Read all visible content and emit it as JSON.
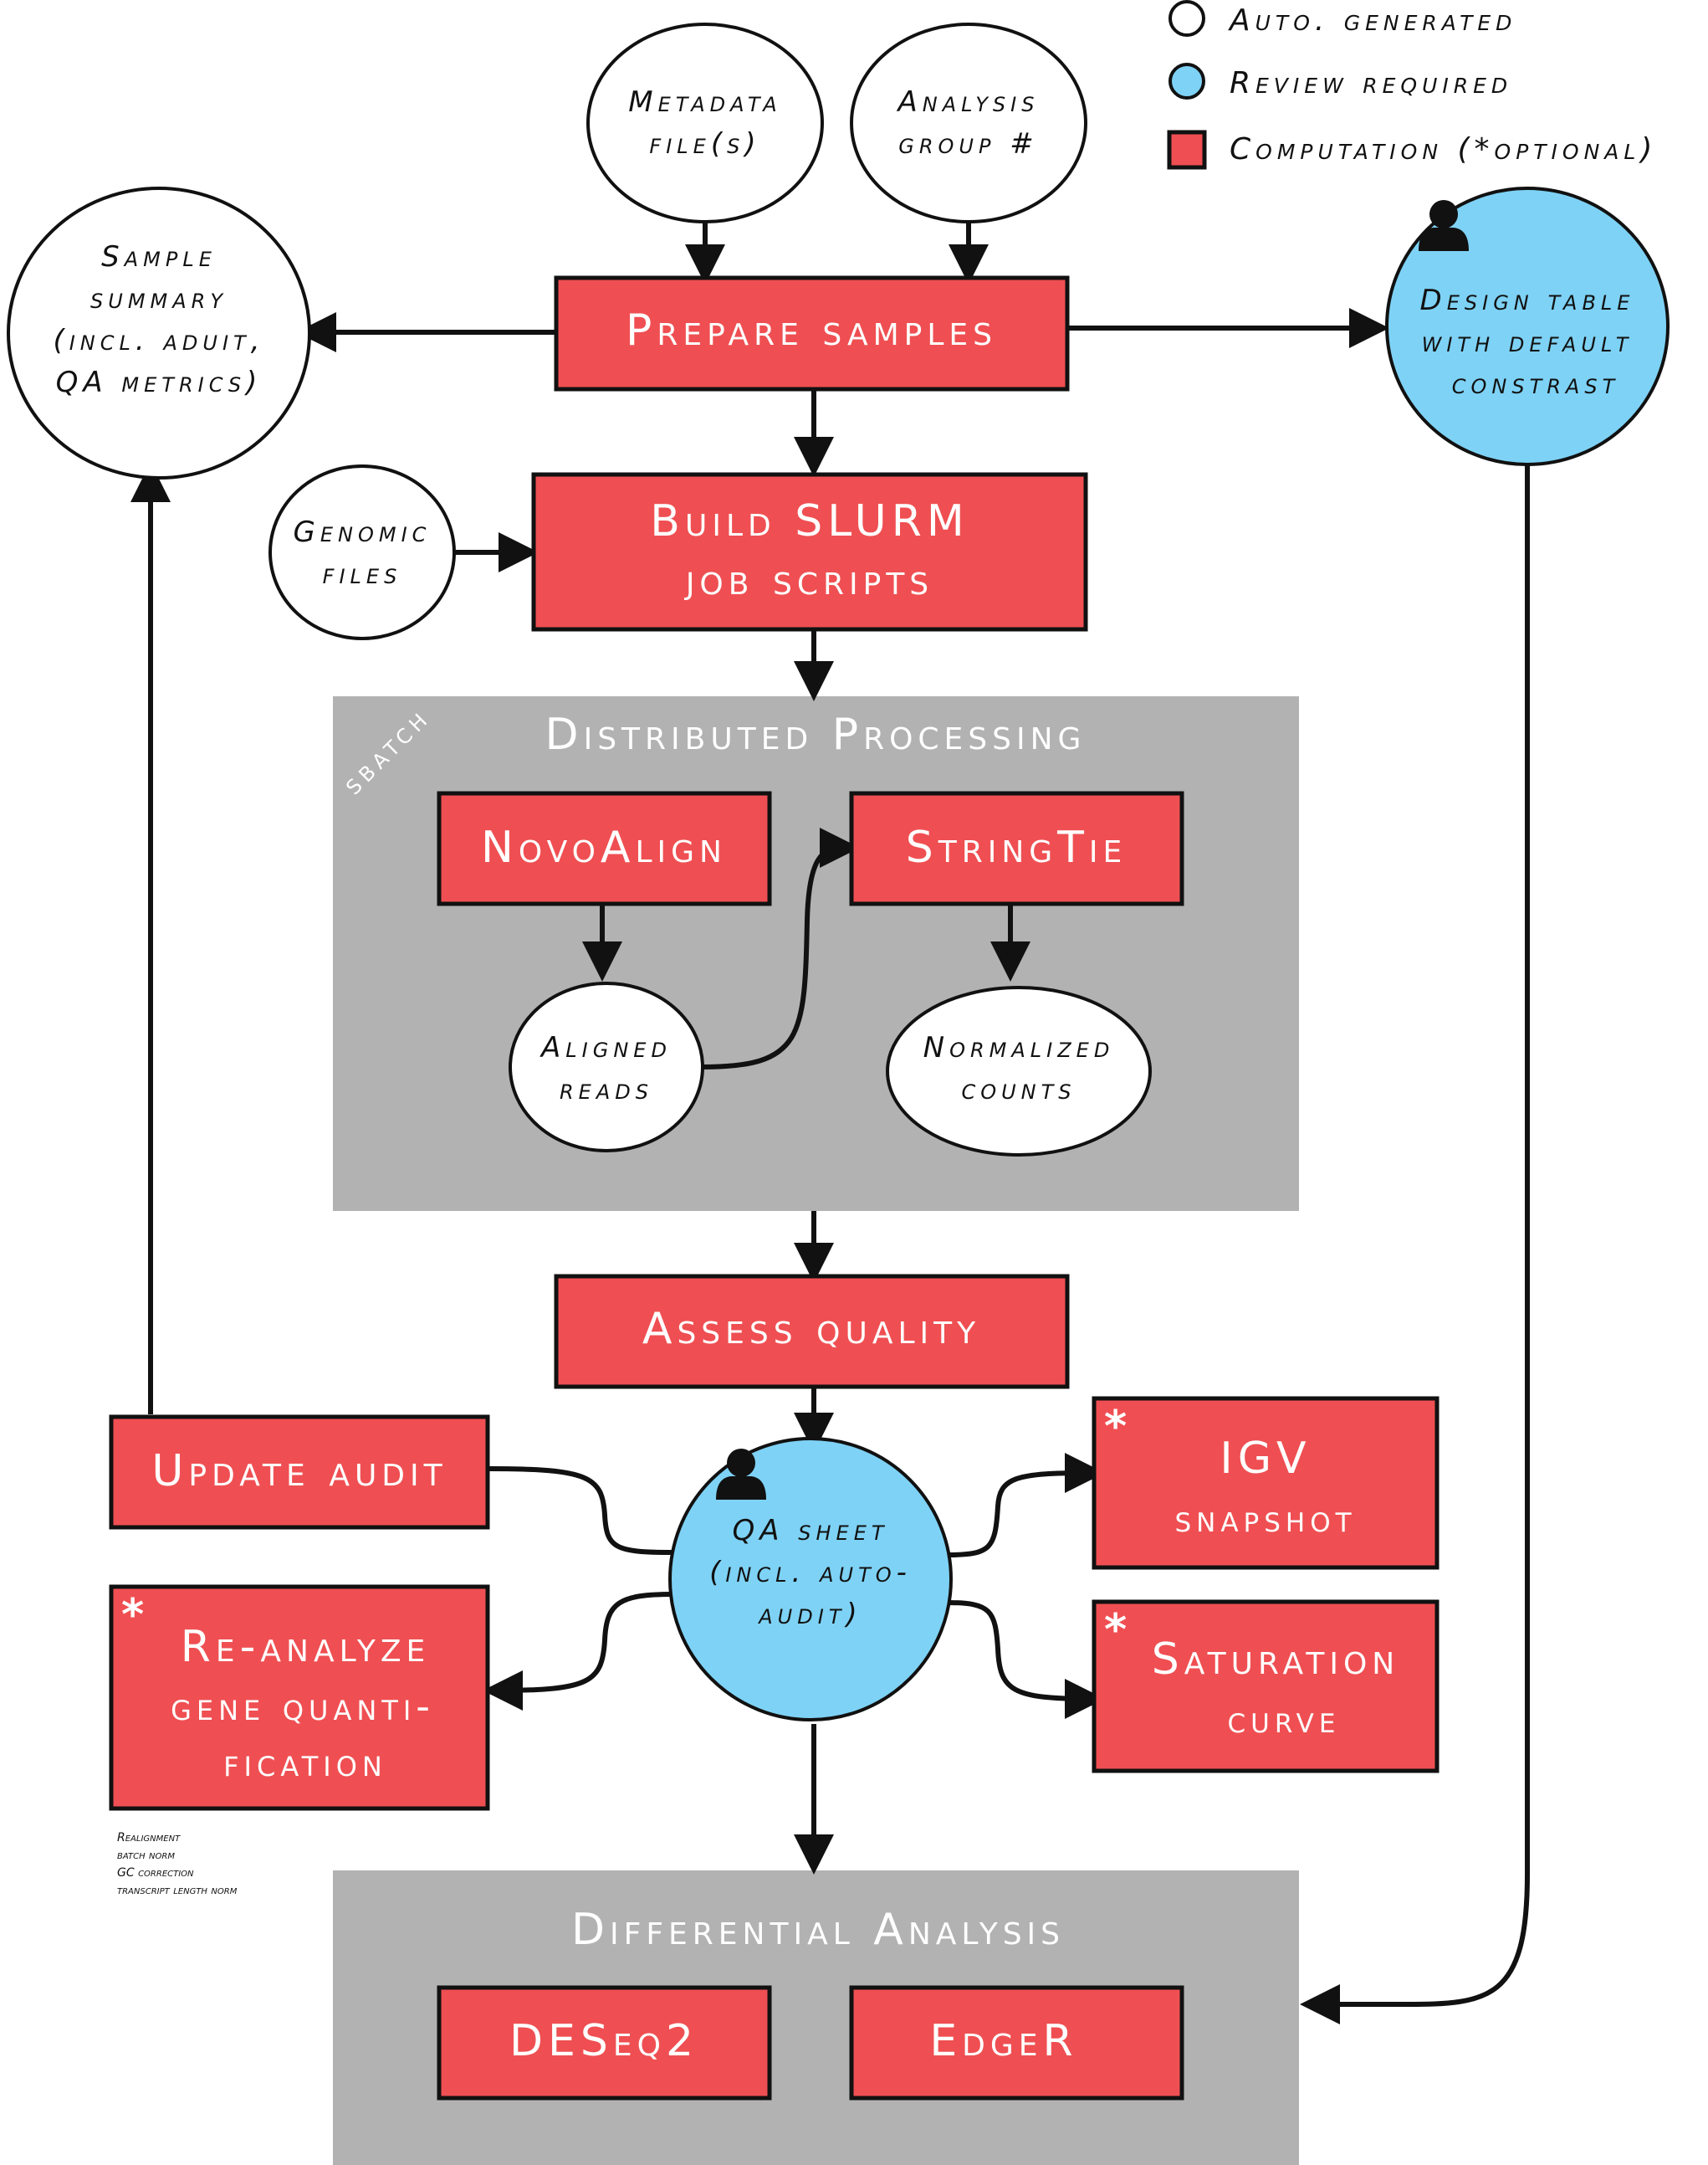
{
  "legend": {
    "auto": "Auto. generated",
    "review": "Review required",
    "computation": "Computation (*optional)"
  },
  "inputs": {
    "metadata": [
      "Metadata",
      "file(s)"
    ],
    "analysis_group": [
      "Analysis",
      "group #"
    ],
    "genomic": [
      "Genomic",
      "files"
    ]
  },
  "outputs": {
    "sample_summary": [
      "Sample",
      "summary",
      "(incl. aduit,",
      "QA metrics)"
    ],
    "design_table": [
      "Design table",
      "with default",
      "constrast"
    ],
    "aligned_reads": [
      "Aligned",
      "reads"
    ],
    "normalized_counts": [
      "Normalized",
      "counts"
    ],
    "qa_sheet": [
      "QA sheet",
      "(incl. auto-",
      "audit)"
    ]
  },
  "steps": {
    "prepare_samples": "Prepare samples",
    "build_slurm": [
      "Build SLURM",
      "job scripts"
    ],
    "novoalign": "NovoAlign",
    "stringtie": "StringTie",
    "assess_quality": "Assess quality",
    "update_audit": "Update audit",
    "igv": [
      "IGV",
      "snapshot"
    ],
    "saturation": [
      "Saturation",
      "curve"
    ],
    "reanalyze": [
      "Re-analyze",
      "gene quanti-",
      "fication"
    ],
    "deseq2": "DESeq2",
    "edger": "EdgeR"
  },
  "groups": {
    "distributed": "Distributed Processing",
    "sbatch": "sbatch",
    "differential": "Differential Analysis"
  },
  "optional_marker": "*",
  "reanalyze_notes": [
    "Realignment",
    "batch norm",
    "GC correction",
    "transcript length norm"
  ],
  "colors": {
    "computation": "#ef4f52",
    "review": "#7ed2f5",
    "auto": "#ffffff",
    "group": "#b2b2b2"
  }
}
